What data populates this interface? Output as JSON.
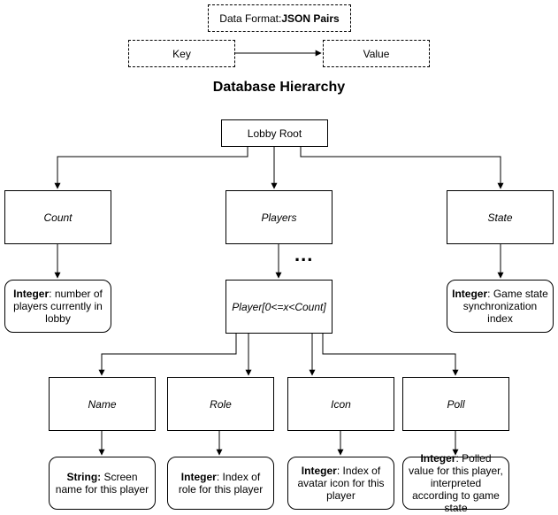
{
  "legend": {
    "format_label": "Data Format: ",
    "format_value": "JSON Pairs",
    "key": "Key",
    "value": "Value"
  },
  "title": "Database Hierarchy",
  "ellipsis": "...",
  "nodes": {
    "lobby_root": "Lobby Root",
    "count": "Count",
    "players": "Players",
    "state": "State",
    "player_entry": "Player[0<=x<Count]",
    "name": "Name",
    "role": "Role",
    "icon": "Icon",
    "poll": "Poll"
  },
  "values": {
    "count": {
      "type": "Integer",
      "desc": ": number of players currently in lobby"
    },
    "state": {
      "type": "Integer",
      "desc": ": Game state synchronization index"
    },
    "name": {
      "type": "String:",
      "desc": " Screen name for this player"
    },
    "role": {
      "type": "Integer",
      "desc": ": Index of role for this player"
    },
    "icon": {
      "type": "Integer",
      "desc": ": Index of avatar icon for this player"
    },
    "poll": {
      "type": "Integer",
      "desc": ": Polled value for this player, interpreted according to game state"
    }
  }
}
